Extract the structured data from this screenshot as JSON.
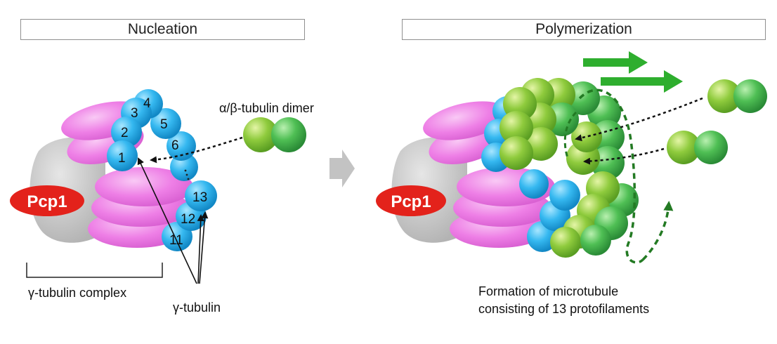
{
  "panels": {
    "left_title": "Nucleation",
    "right_title": "Polymerization"
  },
  "labels": {
    "pcp1": "Pcp1",
    "dimer": "α/β-tubulin dimer",
    "complex": "γ-tubulin complex",
    "gamma_tubulin": "γ-tubulin",
    "formation_line1": "Formation of microtubule",
    "formation_line2": "consisting of 13 protofilaments"
  },
  "gamma_numbers": [
    "1",
    "2",
    "3",
    "4",
    "5",
    "6",
    "13",
    "12",
    "11"
  ],
  "colors": {
    "pink": "#ee7fe6",
    "gray": "#c9c9c9",
    "cyan": "#29b6ef",
    "green": "#7cc63b",
    "dark_green": "#2c8a2c",
    "arrow_green": "#2eae2e",
    "pcp1_red": "#e3221b"
  }
}
